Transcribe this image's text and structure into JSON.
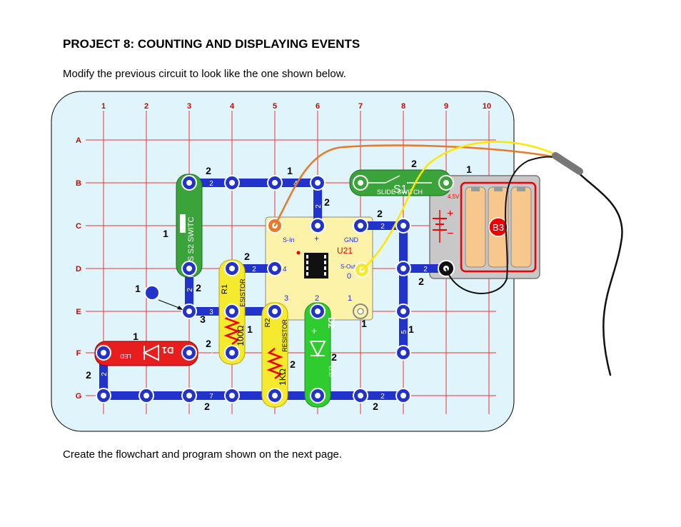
{
  "page": {
    "title": "PROJECT 8: COUNTING AND DISPLAYING EVENTS",
    "intro": "Modify the previous circuit to look like the one shown below.",
    "outro": "Create the flowchart and program shown on the next page."
  },
  "diagram": {
    "columns": [
      "1",
      "2",
      "3",
      "4",
      "5",
      "6",
      "7",
      "8",
      "9",
      "10"
    ],
    "rows": [
      "A",
      "B",
      "C",
      "D",
      "E",
      "F",
      "G"
    ],
    "parts": {
      "s1": {
        "ref": "S1",
        "name": "SLIDE SWITCH"
      },
      "s2": {
        "ref": "S2",
        "name": "PRESS SWITCH",
        "shown": "RESS S2 SWITC"
      },
      "r1": {
        "ref": "R1",
        "name": "RESISTOR",
        "value": "100Ω",
        "shown_name": "ESISTOR"
      },
      "r2": {
        "ref": "R2",
        "name": "RESISTOR",
        "value": "1KΩ"
      },
      "d1": {
        "ref": "D1",
        "name": "LED"
      },
      "d2": {
        "ref": "D2",
        "name": "LED"
      },
      "u21": {
        "ref": "U21",
        "pin_sin": "S-In",
        "pin_gnd": "GND",
        "pin_sout": "S-Out",
        "pin_plus": "+",
        "pin_minus": "0",
        "pin_3": "3",
        "pin_2": "2",
        "pin_1": "1",
        "pin_4": "4"
      },
      "b3": {
        "ref": "B3",
        "volt": "4.5V",
        "plus": "+",
        "minus": "−"
      }
    },
    "level_labels": [
      "2",
      "1",
      "2",
      "1",
      "2",
      "2",
      "2",
      "1",
      "2",
      "3",
      "2",
      "1",
      "1",
      "2",
      "2",
      "1",
      "1",
      "2",
      "2",
      "2",
      "2",
      "1",
      "2",
      "1",
      "2"
    ],
    "snap_numbers": [
      "2",
      "4",
      "2",
      "2",
      "2",
      "3",
      "2",
      "7",
      "2",
      "2",
      "2",
      "2",
      "5",
      "1"
    ]
  }
}
